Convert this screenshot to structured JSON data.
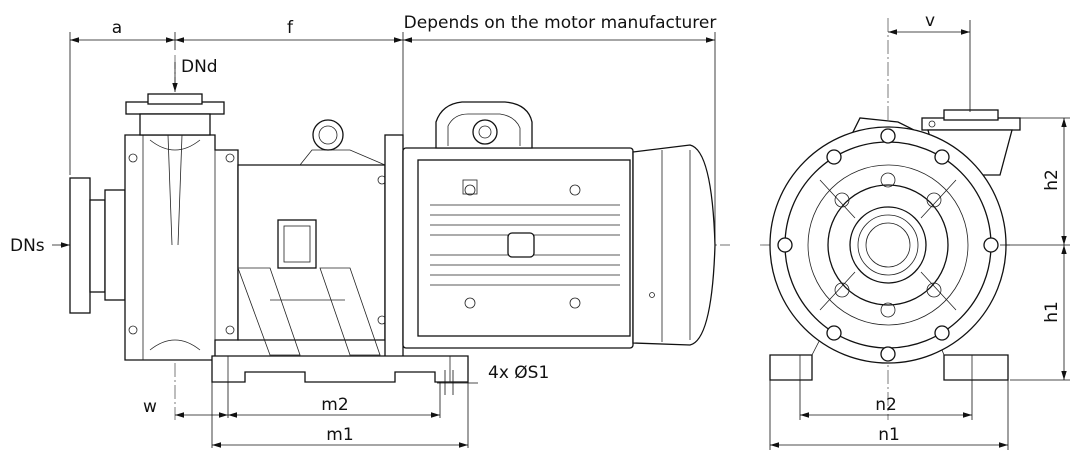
{
  "labels": {
    "a": "a",
    "f": "f",
    "motor_note": "Depends on the motor manufacturer",
    "dnd": "DNd",
    "dns": "DNs",
    "w": "w",
    "m2": "m2",
    "m1": "m1",
    "holes": "4x ØS1",
    "v": "v",
    "h2": "h2",
    "h1": "h1",
    "n2": "n2",
    "n1": "n1"
  }
}
